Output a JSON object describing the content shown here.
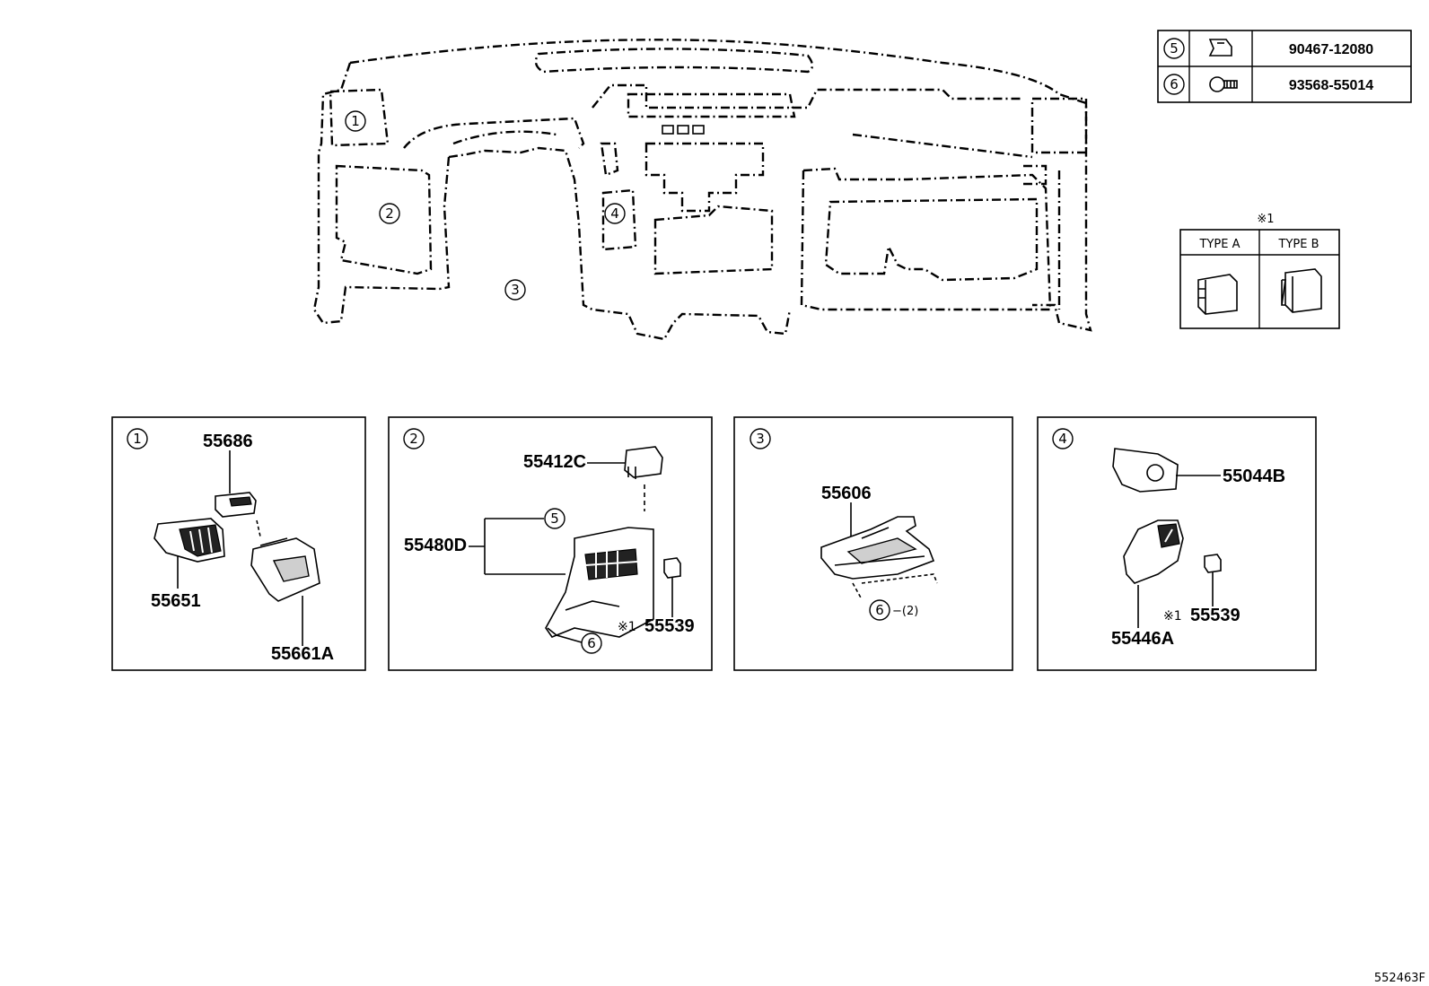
{
  "fastener_table": [
    {
      "ref": "5",
      "part": "90467-12080",
      "icon": "clip-icon"
    },
    {
      "ref": "6",
      "part": "93568-55014",
      "icon": "screw-icon"
    }
  ],
  "type_table": {
    "note": "※1",
    "type_a": "TYPE A",
    "type_b": "TYPE B"
  },
  "overview_labels": [
    "1",
    "2",
    "3",
    "4"
  ],
  "panels": {
    "p1": {
      "ref": "1",
      "parts": {
        "a": "55686",
        "b": "55651",
        "c": "55661A"
      }
    },
    "p2": {
      "ref": "2",
      "parts": {
        "a": "55412C",
        "b": "55480D",
        "c": "55539"
      },
      "ref5": "5",
      "ref6": "6",
      "note": "※1"
    },
    "p3": {
      "ref": "3",
      "parts": {
        "a": "55606"
      },
      "ref6": "6",
      "qty": "−(2)"
    },
    "p4": {
      "ref": "4",
      "parts": {
        "a": "55044B",
        "b": "55446A",
        "c": "55539"
      },
      "note": "※1"
    }
  },
  "diagram_code": "552463F"
}
